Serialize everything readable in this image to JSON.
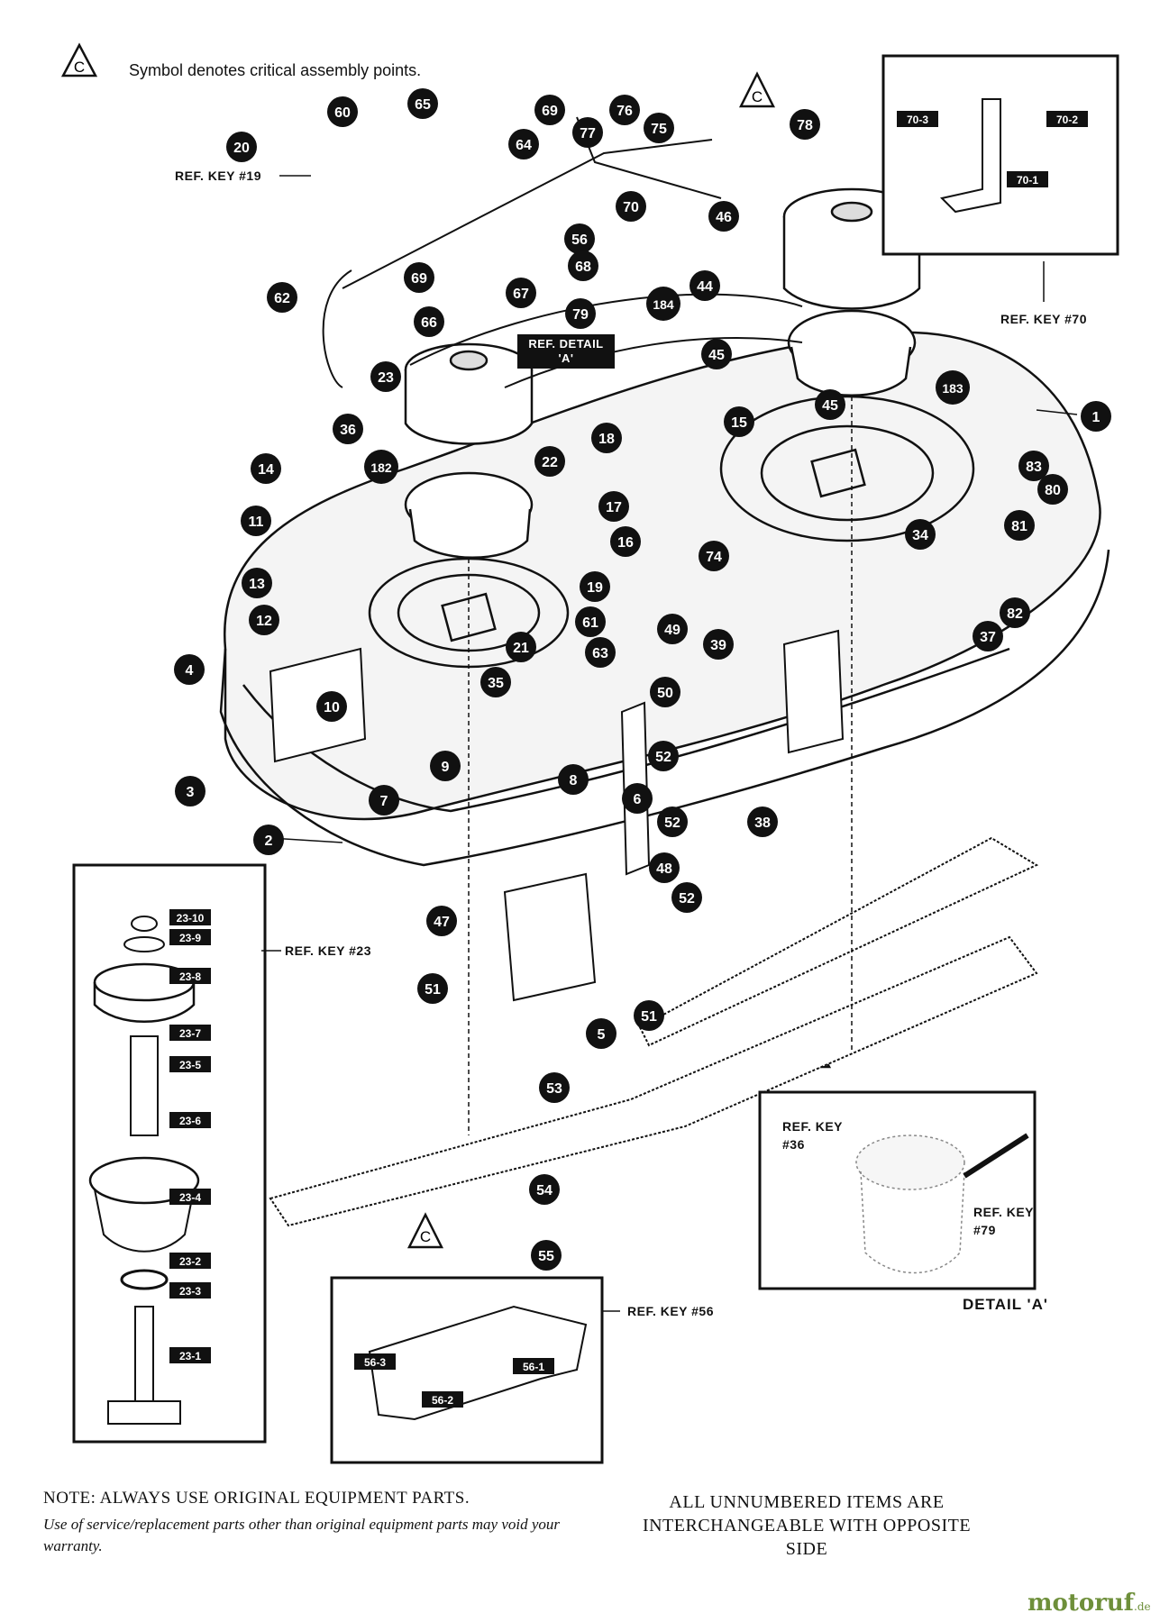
{
  "legend": {
    "symbol": "C",
    "text": "Symbol denotes critical assembly points."
  },
  "ref_labels": {
    "key19": "REF. KEY #19",
    "key70": "REF. KEY #70",
    "key23": "REF. KEY #23",
    "key56": "REF. KEY #56",
    "detail_a": "REF. DETAIL 'A'",
    "key36": "REF. KEY #36",
    "key79": "REF. KEY #79"
  },
  "detail_caption": "DETAIL 'A'",
  "note": {
    "title": "NOTE: ALWAYS USE ORIGINAL EQUIPMENT PARTS.",
    "body": "Use of service/replacement parts other than original equipment parts may void your warranty."
  },
  "unnumbered_note": "ALL UNNUMBERED ITEMS ARE INTERCHANGEABLE WITH OPPOSITE SIDE",
  "watermark": {
    "text": "motoruf",
    "suffix": ".de"
  },
  "callouts": [
    {
      "n": "60"
    },
    {
      "n": "65"
    },
    {
      "n": "69"
    },
    {
      "n": "76"
    },
    {
      "n": "20"
    },
    {
      "n": "64"
    },
    {
      "n": "75"
    },
    {
      "n": "78"
    },
    {
      "n": "77"
    },
    {
      "n": "70"
    },
    {
      "n": "46"
    },
    {
      "n": "56"
    },
    {
      "n": "68"
    },
    {
      "n": "69"
    },
    {
      "n": "62"
    },
    {
      "n": "67"
    },
    {
      "n": "44"
    },
    {
      "n": "66"
    },
    {
      "n": "79"
    },
    {
      "n": "184"
    },
    {
      "n": "45"
    },
    {
      "n": "23"
    },
    {
      "n": "183"
    },
    {
      "n": "1"
    },
    {
      "n": "45"
    },
    {
      "n": "36"
    },
    {
      "n": "15"
    },
    {
      "n": "18"
    },
    {
      "n": "22"
    },
    {
      "n": "14"
    },
    {
      "n": "182"
    },
    {
      "n": "83"
    },
    {
      "n": "80"
    },
    {
      "n": "17"
    },
    {
      "n": "81"
    },
    {
      "n": "11"
    },
    {
      "n": "16"
    },
    {
      "n": "34"
    },
    {
      "n": "74"
    },
    {
      "n": "13"
    },
    {
      "n": "19"
    },
    {
      "n": "82"
    },
    {
      "n": "12"
    },
    {
      "n": "61"
    },
    {
      "n": "49"
    },
    {
      "n": "37"
    },
    {
      "n": "21"
    },
    {
      "n": "63"
    },
    {
      "n": "39"
    },
    {
      "n": "4"
    },
    {
      "n": "35"
    },
    {
      "n": "50"
    },
    {
      "n": "10"
    },
    {
      "n": "52"
    },
    {
      "n": "9"
    },
    {
      "n": "8"
    },
    {
      "n": "3"
    },
    {
      "n": "7"
    },
    {
      "n": "6"
    },
    {
      "n": "52"
    },
    {
      "n": "38"
    },
    {
      "n": "2"
    },
    {
      "n": "48"
    },
    {
      "n": "52"
    },
    {
      "n": "47"
    },
    {
      "n": "51"
    },
    {
      "n": "51"
    },
    {
      "n": "5"
    },
    {
      "n": "53"
    },
    {
      "n": "54"
    },
    {
      "n": "55"
    }
  ],
  "tag_labels": [
    {
      "t": "70-3"
    },
    {
      "t": "70-2"
    },
    {
      "t": "70-1"
    },
    {
      "t": "23-10"
    },
    {
      "t": "23-9"
    },
    {
      "t": "23-8"
    },
    {
      "t": "23-7"
    },
    {
      "t": "23-5"
    },
    {
      "t": "23-6"
    },
    {
      "t": "23-4"
    },
    {
      "t": "23-2"
    },
    {
      "t": "23-3"
    },
    {
      "t": "23-1"
    },
    {
      "t": "56-3"
    },
    {
      "t": "56-2"
    },
    {
      "t": "56-1"
    }
  ]
}
